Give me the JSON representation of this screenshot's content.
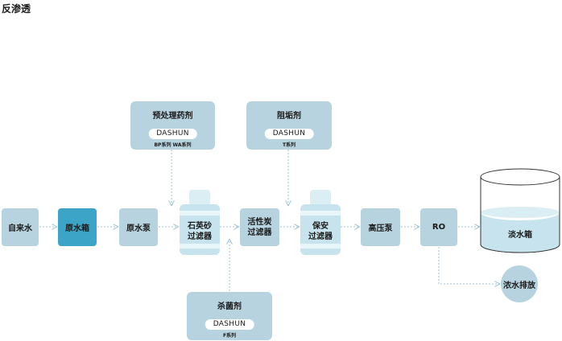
{
  "title": "反渗透",
  "nodes": {
    "tap_water": "自来水",
    "raw_tank": "原水箱",
    "raw_pump": "原水泵",
    "sand_filter": [
      "石英砂",
      "过滤器"
    ],
    "carbon_filter": [
      "活性炭",
      "过滤器"
    ],
    "safety_filter": [
      "保安",
      "过滤器"
    ],
    "hp_pump": "高压泵",
    "ro": "RO",
    "fresh_tank": "淡水箱",
    "concentrate": "浓水排放"
  },
  "chemicals": {
    "pretreatment": {
      "name": "预处理药剂",
      "brand": "DASHUN",
      "series": "BP系列  WA系列"
    },
    "antiscalant": {
      "name": "阻垢剂",
      "brand": "DASHUN",
      "series": "T系列"
    },
    "biocide": {
      "name": "杀菌剂",
      "brand": "DASHUN",
      "series": "F系列"
    }
  },
  "colors": {
    "box": "#b7d3df",
    "highlight": "#3ba4c7",
    "arrow": "#9fc3d3"
  }
}
